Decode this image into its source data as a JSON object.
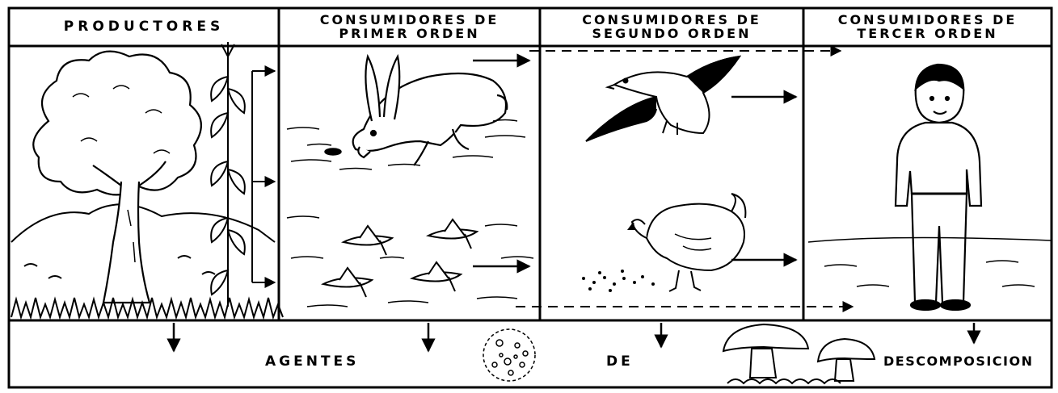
{
  "headers": {
    "producers": "PRODUCTORES",
    "primary_line1": "CONSUMIDORES DE",
    "primary_line2": "PRIMER ORDEN",
    "secondary_line1": "CONSUMIDORES DE",
    "secondary_line2": "SEGUNDO ORDEN",
    "tertiary_line1": "CONSUMIDORES DE",
    "tertiary_line2": "TERCER ORDEN"
  },
  "decomposers": {
    "word1": "AGENTES",
    "word2": "DE",
    "word3": "DESCOMPOSICION"
  },
  "colors": {
    "ink": "#000000",
    "paper": "#ffffff"
  },
  "icons": [
    "tree-icon",
    "corn-plant-icon",
    "rabbit-icon",
    "grasshopper-icon",
    "eagle-icon",
    "hen-icon",
    "boy-icon",
    "bacteria-icon",
    "mushroom-icon",
    "arrow-icon"
  ]
}
